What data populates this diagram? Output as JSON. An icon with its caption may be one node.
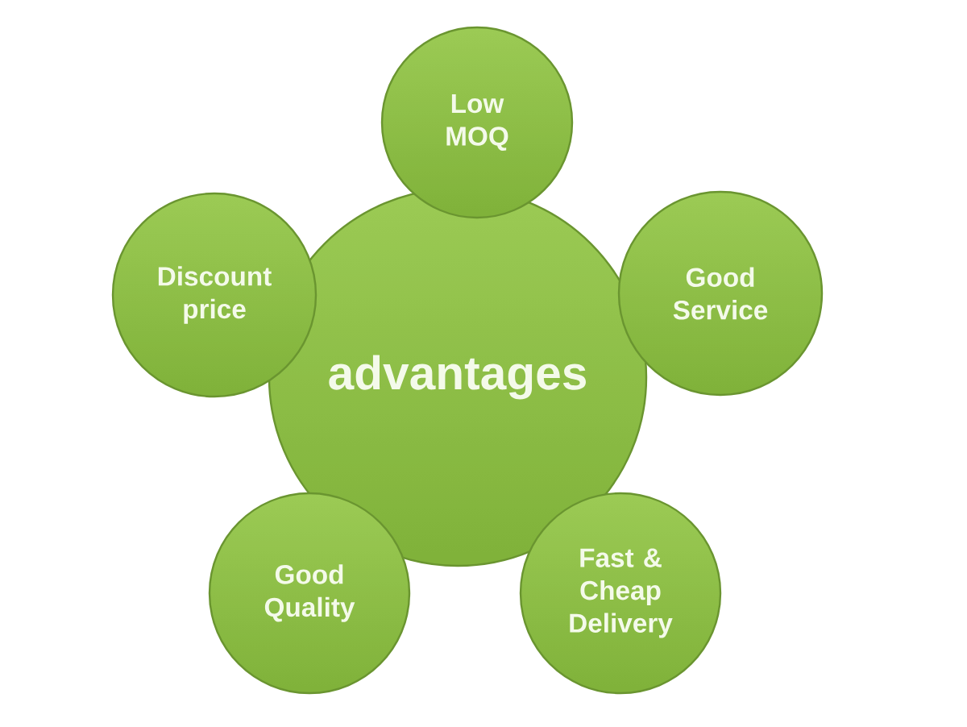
{
  "diagram": {
    "nodes": [
      {
        "text": [
          "Low MOQ"
        ]
      },
      {
        "text": [
          "Discount price"
        ]
      },
      {
        "text": [
          "advantages"
        ]
      },
      {
        "text": [
          "Good Service"
        ]
      },
      {
        "text": [
          "Good Quality"
        ]
      },
      {
        "text": [
          "Fast & Cheap Delivery"
        ]
      }
    ]
  }
}
